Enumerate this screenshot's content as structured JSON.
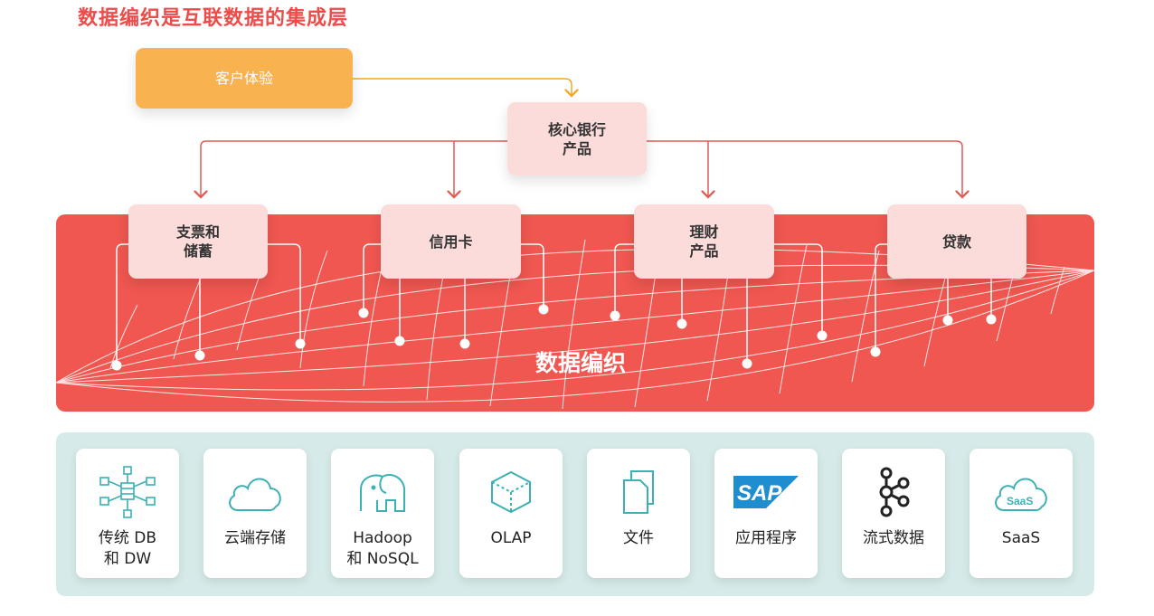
{
  "title": "数据编织是互联数据的集成层",
  "customer_experience": "客户体验",
  "core_banking": "核心银行\n产品",
  "products": [
    {
      "label": "支票和\n储蓄"
    },
    {
      "label": "信用卡"
    },
    {
      "label": "理财\n产品"
    },
    {
      "label": "贷款"
    }
  ],
  "fabric_label": "数据编织",
  "sources": [
    {
      "label": "传统 DB\n和 DW",
      "icon": "database-schema-icon"
    },
    {
      "label": "云端存储",
      "icon": "cloud-icon"
    },
    {
      "label": "Hadoop\n和 NoSQL",
      "icon": "elephant-icon"
    },
    {
      "label": "OLAP",
      "icon": "cube-icon"
    },
    {
      "label": "文件",
      "icon": "files-icon"
    },
    {
      "label": "应用程序",
      "icon": "sap-logo",
      "logo_text": "SAP"
    },
    {
      "label": "流式数据",
      "icon": "kafka-icon"
    },
    {
      "label": "SaaS",
      "icon": "saas-cloud-icon",
      "logo_text": "SaaS"
    }
  ],
  "colors": {
    "accent_red": "#ef5750",
    "orange": "#f9b250",
    "pink_box": "#fbdcda",
    "teal_bg": "#d6ebe9",
    "icon_teal": "#3bb0b5"
  }
}
